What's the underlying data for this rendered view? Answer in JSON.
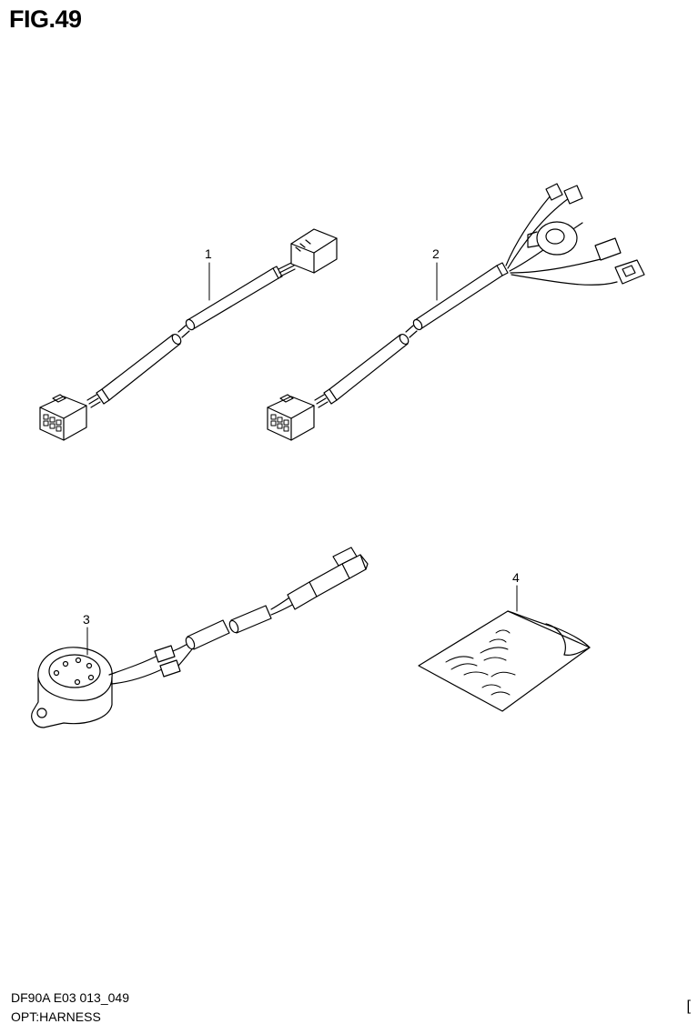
{
  "figure": {
    "title": "FIG.49"
  },
  "parts": [
    {
      "ref": "1"
    },
    {
      "ref": "2"
    },
    {
      "ref": "3"
    },
    {
      "ref": "4"
    }
  ],
  "footer": {
    "code": "DF90A E03 013_049",
    "description": "OPT:HARNESS",
    "corner": "["
  }
}
